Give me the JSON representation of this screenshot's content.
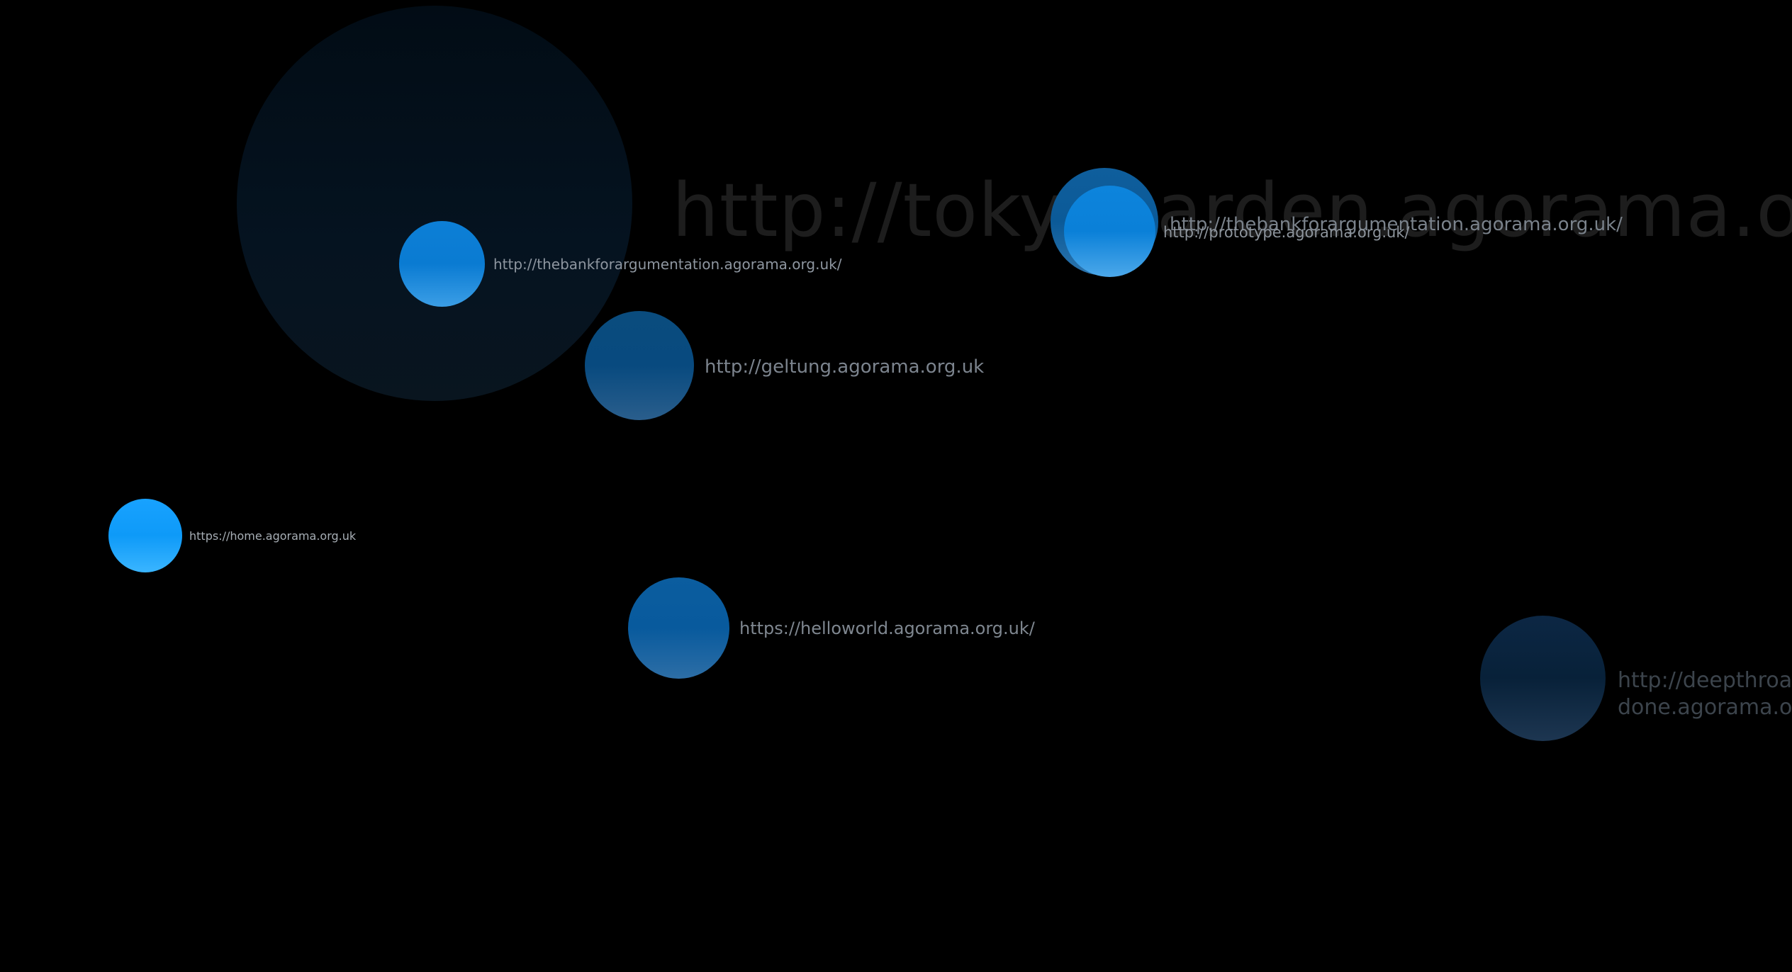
{
  "sites": {
    "tokyo": {
      "url": "http://tokyogarden.agorama.org.uk/"
    },
    "bank_inner": {
      "url": "http://thebankforargumentation.agorama.org.uk/"
    },
    "geltung": {
      "url": "http://geltung.agorama.org.uk"
    },
    "home": {
      "url": "https://home.agorama.org.uk"
    },
    "helloworld": {
      "url": "https://helloworld.agorama.org.uk/"
    },
    "deepthroat": {
      "url_line1": "http://deepthroat-",
      "url_line2": "done.agorama.org"
    },
    "bank_top": {
      "url": "http://thebankforargumentation.agorama.org.uk/"
    },
    "prototype": {
      "url": "http://prototype.agorama.org.uk/"
    }
  },
  "colors": {
    "background": "#000000",
    "bright_blue": "#0e9af8",
    "mid_blue": "#0a7bd2",
    "dark_blue": "#084a7f",
    "navy": "#082139"
  }
}
